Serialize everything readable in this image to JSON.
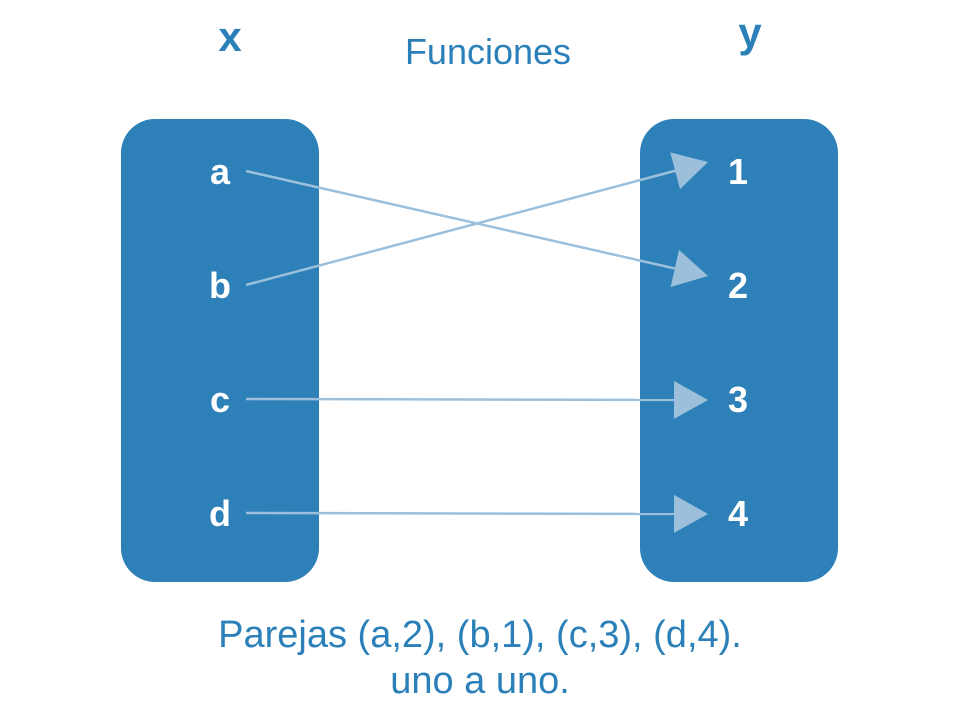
{
  "title": "Funciones",
  "domain": {
    "label": "x",
    "elements": [
      "a",
      "b",
      "c",
      "d"
    ]
  },
  "codomain": {
    "label": "y",
    "elements": [
      "1",
      "2",
      "3",
      "4"
    ]
  },
  "mapping": [
    {
      "from": "a",
      "to": "2"
    },
    {
      "from": "b",
      "to": "1"
    },
    {
      "from": "c",
      "to": "3"
    },
    {
      "from": "d",
      "to": "4"
    }
  ],
  "caption": {
    "line1": "Parejas (a,2), (b,1), (c,3), (d,4).",
    "line2": "uno a uno."
  },
  "colors": {
    "box": "#2e80b8",
    "text": "#2b80b9",
    "arrow": "#9cc0dc",
    "element_text": "#ffffff"
  }
}
